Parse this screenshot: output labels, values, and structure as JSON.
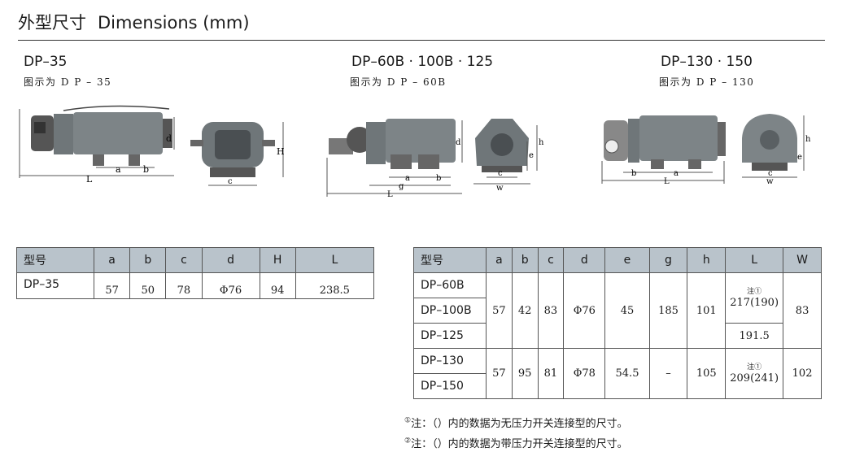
{
  "header": {
    "title_cn": "外型尺寸",
    "title_en": "Dimensions (mm)"
  },
  "drawings": [
    {
      "model": "DP–35",
      "caption": "图示为 D P – 35",
      "side_labels": [
        "d",
        "a",
        "b",
        "L"
      ],
      "front_labels": [
        "H",
        "c"
      ]
    },
    {
      "model": "DP–60B · 100B · 125",
      "caption": "图示为 D P – 60B",
      "side_labels": [
        "d",
        "a",
        "b",
        "g",
        "L"
      ],
      "front_labels": [
        "h",
        "e",
        "c",
        "w"
      ]
    },
    {
      "model": "DP–130 · 150",
      "caption": "图示为 D P – 130",
      "side_labels": [
        "b",
        "a",
        "L"
      ],
      "front_labels": [
        "h",
        "e",
        "c",
        "w"
      ]
    }
  ],
  "table1": {
    "headers": [
      "型号",
      "a",
      "b",
      "c",
      "d",
      "H",
      "L"
    ],
    "row": [
      "DP–35",
      "57",
      "50",
      "78",
      "Φ76",
      "94",
      "238.5"
    ]
  },
  "table2": {
    "headers": [
      "型号",
      "a",
      "b",
      "c",
      "d",
      "e",
      "g",
      "h",
      "L",
      "W"
    ],
    "group1": {
      "models": [
        "DP–60B",
        "DP–100B",
        "DP–125"
      ],
      "a": "57",
      "b": "42",
      "c": "83",
      "d": "Φ76",
      "e": "45",
      "g": "185",
      "h": "101",
      "L_note": "注①",
      "L_top": "217(190)",
      "L_bottom": "191.5",
      "W": "83"
    },
    "group2": {
      "models": [
        "DP–130",
        "DP–150"
      ],
      "a": "57",
      "b": "95",
      "c": "81",
      "d": "Φ78",
      "e": "54.5",
      "g": "–",
      "h": "105",
      "L_note": "注①",
      "L": "209(241)",
      "W": "102"
    }
  },
  "notes": [
    {
      "mark": "①",
      "text": "注：（）内的数据为无压力开关连接型的尺寸。"
    },
    {
      "mark": "②",
      "text": "注：（）内的数据为带压力开关连接型的尺寸。"
    }
  ],
  "colors": {
    "header_fill": "#b9c3cb",
    "pump_body": "#7d8487",
    "line": "#555555"
  }
}
